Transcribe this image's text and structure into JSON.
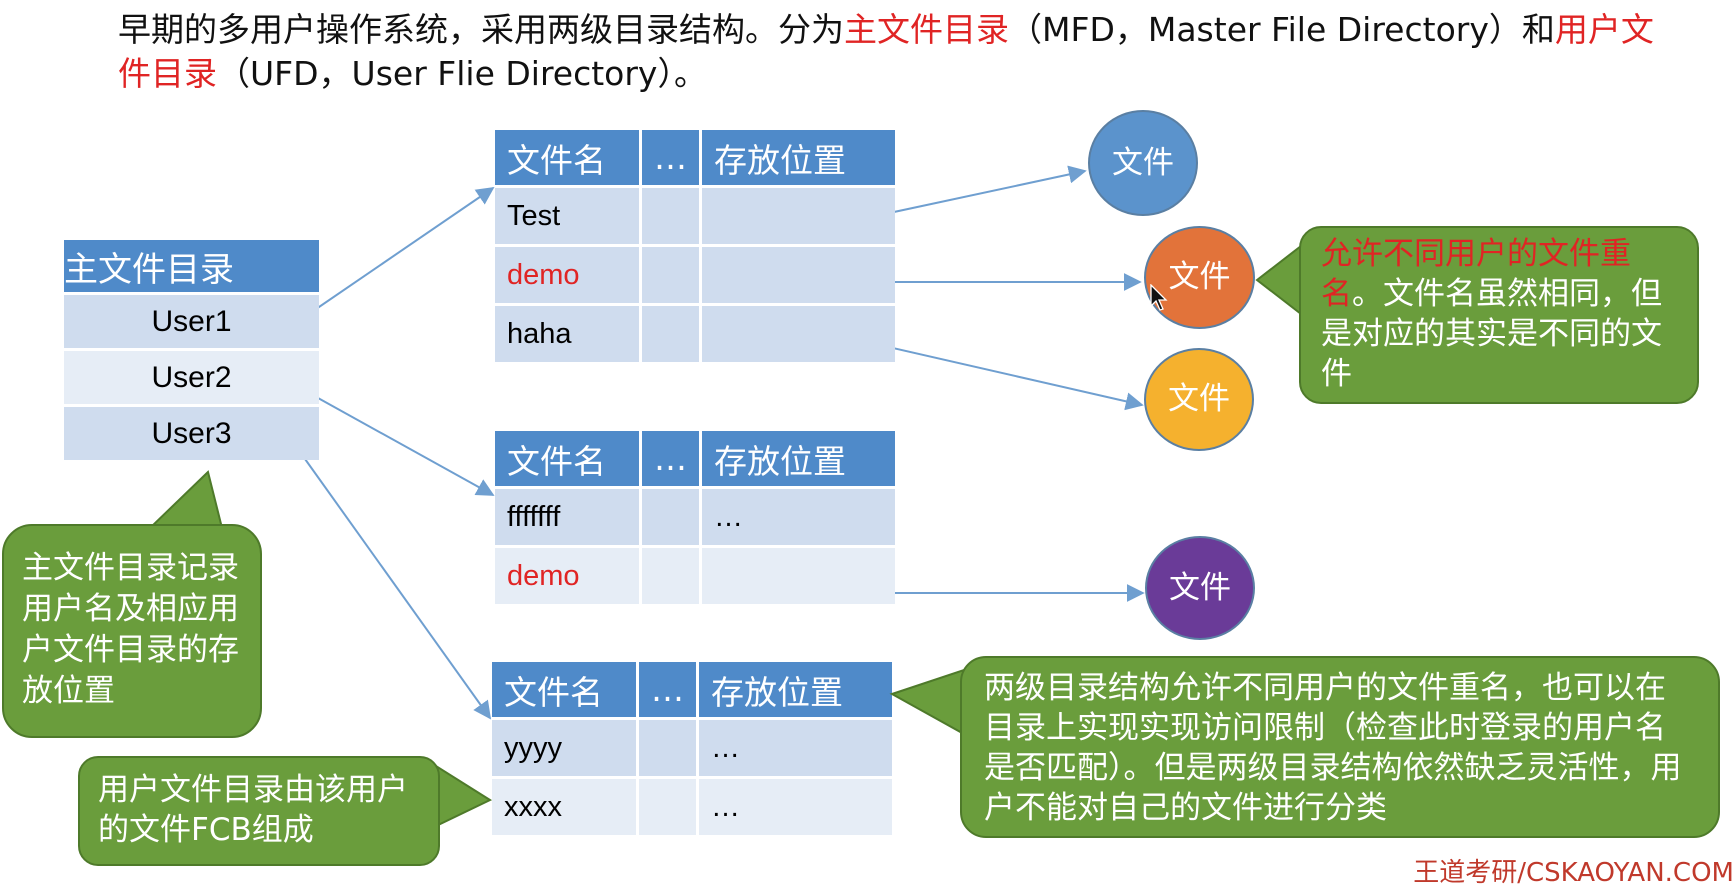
{
  "intro": {
    "part1": "早期的多用户操作系统，采用两级目录结构。分为",
    "mfd_term": "主文件目录",
    "part2": "（MFD，Master File Directory）和",
    "ufd_term": "用户文件目录",
    "part3": "（UFD，User Flie Directory）。"
  },
  "mfd": {
    "header": "主文件目录",
    "rows": [
      "User1",
      "User2",
      "User3"
    ]
  },
  "ufd_headers": {
    "name": "文件名",
    "dots": "…",
    "location": "存放位置"
  },
  "ufd1": {
    "rows": [
      {
        "name": "Test",
        "dots": "",
        "location": "",
        "red": false
      },
      {
        "name": "demo",
        "dots": "",
        "location": "",
        "red": true
      },
      {
        "name": "haha",
        "dots": "",
        "location": "",
        "red": false
      }
    ]
  },
  "ufd2": {
    "rows": [
      {
        "name": "fffffff",
        "dots": "",
        "location": "…",
        "red": false
      },
      {
        "name": "demo",
        "dots": "",
        "location": "",
        "red": true
      }
    ]
  },
  "ufd3": {
    "rows": [
      {
        "name": "yyyy",
        "dots": "",
        "location": "…",
        "red": false
      },
      {
        "name": "xxxx",
        "dots": "",
        "location": "…",
        "red": false
      }
    ]
  },
  "file_label": "文件",
  "files": [
    {
      "label": "文件",
      "color": "#5b93cc"
    },
    {
      "label": "文件",
      "color": "#e2733a"
    },
    {
      "label": "文件",
      "color": "#f5b12e"
    },
    {
      "label": "文件",
      "color": "#6a3b98"
    }
  ],
  "callouts": {
    "mfd_note": "主文件目录记录用户名及相应用户文件目录的存放位置",
    "ufd_note": "用户文件目录由该用户的文件FCB组成",
    "rename_highlight": "允许不同用户的文件重名",
    "rename_rest": "。文件名虽然相同，但是对应的其实是不同的文件",
    "summary": "两级目录结构允许不同用户的文件重名，也可以在目录上实现实现访问限制（检查此时登录的用户名是否匹配）。但是两级目录结构依然缺乏灵活性，用户不能对自己的文件进行分类"
  },
  "watermark": "王道考研/CSKAOYAN.COM",
  "colors": {
    "header_blue": "#4f8ac9",
    "callout_green": "#6a9d3c",
    "red_text": "#e02424"
  }
}
